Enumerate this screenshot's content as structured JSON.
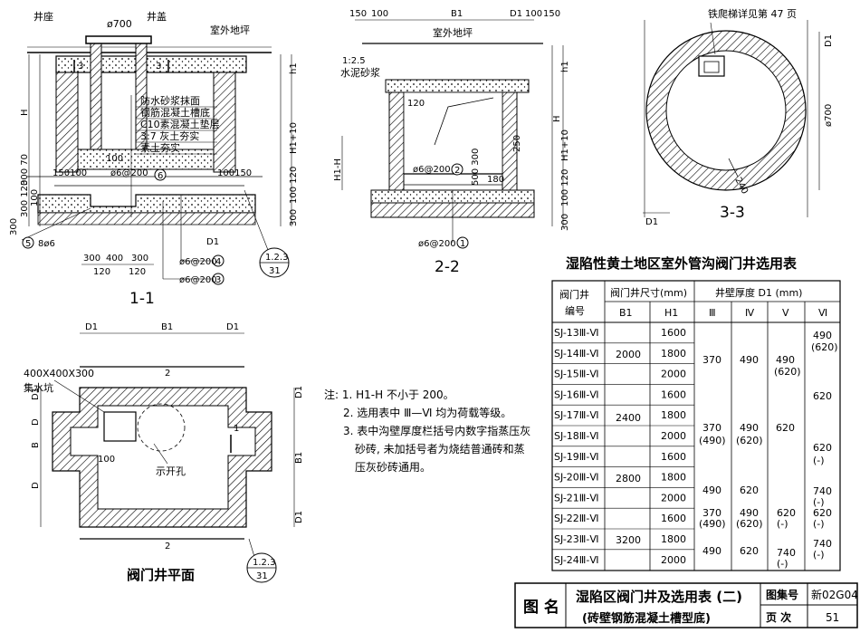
{
  "views": {
    "s11": {
      "title": "1-1",
      "well_seat": "井座",
      "well_cover": "井盖",
      "dia700": "ø700",
      "outdoor_ground": "室外地坪",
      "layers": [
        "防水砂浆抹面",
        "钢筋混凝土槽底",
        "C10素混凝土垫层",
        "3:7 灰土夯实",
        "素土夯实"
      ],
      "dim_150_100_a": "150100",
      "dim_100_150_a": "100150",
      "dim_100": "100",
      "rebar_phi6_200_circ6": "ø6@200",
      "mark6": "6",
      "rebar_8phi6": "8ø6",
      "mark5": "5",
      "dims_bottom": [
        "300",
        "400",
        "300"
      ],
      "dims_bottom2": [
        "120",
        "120"
      ],
      "rebar4": "ø6@200",
      "mark4": "4",
      "rebar3": "ø6@200",
      "mark3": "3",
      "D1": "D1",
      "ref_top": "1.2.3",
      "ref_bot": "31",
      "left_dims": [
        "H",
        "300",
        "300 70",
        "300 120",
        "100",
        "300",
        "120"
      ],
      "right_dims": [
        "h1",
        "H1+10",
        "100 120",
        "300"
      ],
      "sec_mark": "3"
    },
    "s22": {
      "title": "2-2",
      "top_dims": [
        "150",
        "100",
        "B1",
        "D1",
        "100",
        "150"
      ],
      "outdoor_ground": "室外地坪",
      "mortar_ratio": "1:2.5",
      "mortar": "水泥砂浆",
      "dim_120": "120",
      "dim_250": "250",
      "dim_500300": "500 300",
      "dim_180": "180",
      "rebar2": "ø6@200",
      "mark2": "2",
      "rebar1": "ø6@200",
      "mark1": "1",
      "left_dim": "H1-H",
      "right_dims": [
        "h1",
        "H",
        "H1+10",
        "100 120",
        "300"
      ]
    },
    "s33": {
      "title": "3-3",
      "ladder_note": "铁爬梯详见第 47 页",
      "dia700": "ø700",
      "dim_240": "240",
      "D1": "D1"
    },
    "plan": {
      "title": "阀门井平面",
      "pit_size": "400X400X300",
      "pit": "集水坑",
      "opening": "示开孔",
      "dim_100": "100",
      "top_dims": [
        "D1",
        "B1",
        "D1"
      ],
      "side_dims": [
        "D1",
        "D",
        "B",
        "D"
      ],
      "right_dims": [
        "D1",
        "B1",
        "D1"
      ],
      "sec2": "2",
      "sec1": "1",
      "ref_top": "1.2.3",
      "ref_bot": "31"
    }
  },
  "table": {
    "title": "湿陷性黄土地区室外管沟阀门井选用表",
    "headers": {
      "no": "阀门井编号",
      "size": "阀门井尺寸(mm)",
      "wall": "井壁厚度 D1 (mm)",
      "B1": "B1",
      "H1": "H1",
      "grades": [
        "Ⅲ",
        "Ⅳ",
        "Ⅴ",
        "Ⅵ"
      ]
    },
    "ids": [
      "SJ-13Ⅲ-Ⅵ",
      "SJ-14Ⅲ-Ⅵ",
      "SJ-15Ⅲ-Ⅵ",
      "SJ-16Ⅲ-Ⅵ",
      "SJ-17Ⅲ-Ⅵ",
      "SJ-18Ⅲ-Ⅵ",
      "SJ-19Ⅲ-Ⅵ",
      "SJ-20Ⅲ-Ⅵ",
      "SJ-21Ⅲ-Ⅵ",
      "SJ-22Ⅲ-Ⅵ",
      "SJ-23Ⅲ-Ⅵ",
      "SJ-24Ⅲ-Ⅵ"
    ],
    "h1": [
      "1600",
      "1800",
      "2000",
      "1600",
      "1800",
      "2000",
      "1600",
      "1800",
      "2000",
      "1600",
      "1800",
      "2000"
    ],
    "b1": [
      "2000",
      "2400",
      "2800",
      "3200"
    ],
    "c3a": "370",
    "c4a": "490",
    "c5a": [
      "490",
      "(620)"
    ],
    "c6a": [
      "490",
      "(620)"
    ],
    "c6b": "620",
    "c3b": [
      "370",
      "(490)"
    ],
    "c4b": [
      "490",
      "(620)"
    ],
    "c5b": "620",
    "c6c": [
      "620",
      "(-)"
    ],
    "c3c": "490",
    "c4c": "620",
    "c6d": [
      "740",
      "(-)"
    ],
    "c3d": [
      "370",
      "(490)"
    ],
    "c4d": [
      "490",
      "(620)"
    ],
    "c5d": [
      "620",
      "(-)"
    ],
    "c6e": [
      "620",
      "(-)"
    ],
    "c3e": "490",
    "c4e": "620",
    "c5e": [
      "740",
      "(-)"
    ],
    "c6f": [
      "740",
      "(-)"
    ]
  },
  "notes": [
    "注: 1. H1-H 不小于 200。",
    "2. 选用表中 Ⅲ—Ⅵ 均为荷载等级。",
    "3. 表中沟壁厚度栏括号内数字指蒸压灰",
    "砂砖, 未加括号者为烧结普通砖和蒸",
    "压灰砂砖通用。"
  ],
  "titleblock": {
    "label": "图 名",
    "title": "湿陷区阀门井及选用表 (二)",
    "subtitle": "(砖壁钢筋混凝土槽型底)",
    "atlas_label": "图集号",
    "atlas_no": "新02G04",
    "page_label": "页 次",
    "page_no": "51"
  }
}
